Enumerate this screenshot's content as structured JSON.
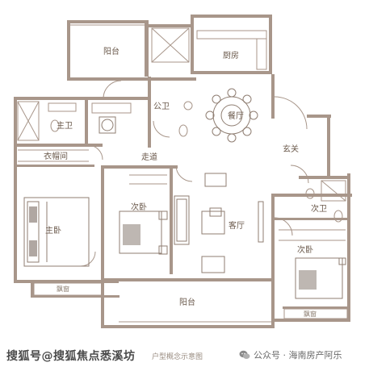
{
  "rooms": {
    "balcony_top": "阳台",
    "kitchen": "厨房",
    "dining": "餐厅",
    "master_bath": "主卫",
    "public_bath": "公卫",
    "closet": "衣帽间",
    "corridor": "走道",
    "entrance": "玄关",
    "master_bedroom": "主卧",
    "second_bedroom": "次卧",
    "living_room": "客厅",
    "second_bath": "次卫",
    "third_bedroom": "次卧",
    "bay_window_left": "飘窗",
    "balcony_bottom": "阳台",
    "bay_window_right": "飘窗"
  },
  "footer": {
    "watermark_left": "搜狐号@搜狐焦点悉溪坊",
    "caption": "户型概念示意图",
    "watermark_right": "公众号 · 海南房产阿乐"
  },
  "colors": {
    "wall": "#a8968a",
    "text": "#6b5a4c",
    "furniture": "#8f7e72"
  }
}
